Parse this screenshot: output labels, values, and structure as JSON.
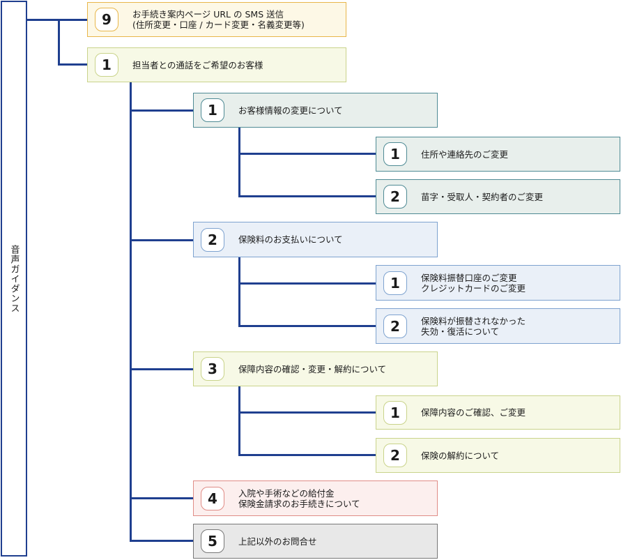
{
  "root": {
    "label": "音声ガイダンス"
  },
  "nodes": {
    "n9": {
      "num": "9",
      "text": "お手続き案内ページ URL の SMS 送信\n(住所変更・口座 / カード変更・名義変更等)"
    },
    "n1": {
      "num": "1",
      "text": "担当者との通話をご希望のお客様"
    },
    "n1_1": {
      "num": "1",
      "text": "お客様情報の変更について"
    },
    "n1_1_1": {
      "num": "1",
      "text": "住所や連絡先のご変更"
    },
    "n1_1_2": {
      "num": "2",
      "text": "苗字・受取人・契約者のご変更"
    },
    "n1_2": {
      "num": "2",
      "text": "保険料のお支払いについて"
    },
    "n1_2_1": {
      "num": "1",
      "text": "保険料振替口座のご変更\nクレジットカードのご変更"
    },
    "n1_2_2": {
      "num": "2",
      "text": "保険料が振替されなかった\n失効・復活について"
    },
    "n1_3": {
      "num": "3",
      "text": "保障内容の確認・変更・解約について"
    },
    "n1_3_1": {
      "num": "1",
      "text": "保障内容のご確認、ご変更"
    },
    "n1_3_2": {
      "num": "2",
      "text": "保険の解約について"
    },
    "n1_4": {
      "num": "4",
      "text": "入院や手術などの給付金\n保険金請求のお手続きについて"
    },
    "n1_5": {
      "num": "5",
      "text": "上記以外のお問合せ"
    }
  },
  "colors": {
    "connector": "#1f3f8f",
    "orange": "#e8b64a",
    "lime": "#c9d38a",
    "teal": "#4e8a94",
    "blue": "#7da2cf",
    "red": "#e08c86",
    "gray": "#777777"
  }
}
